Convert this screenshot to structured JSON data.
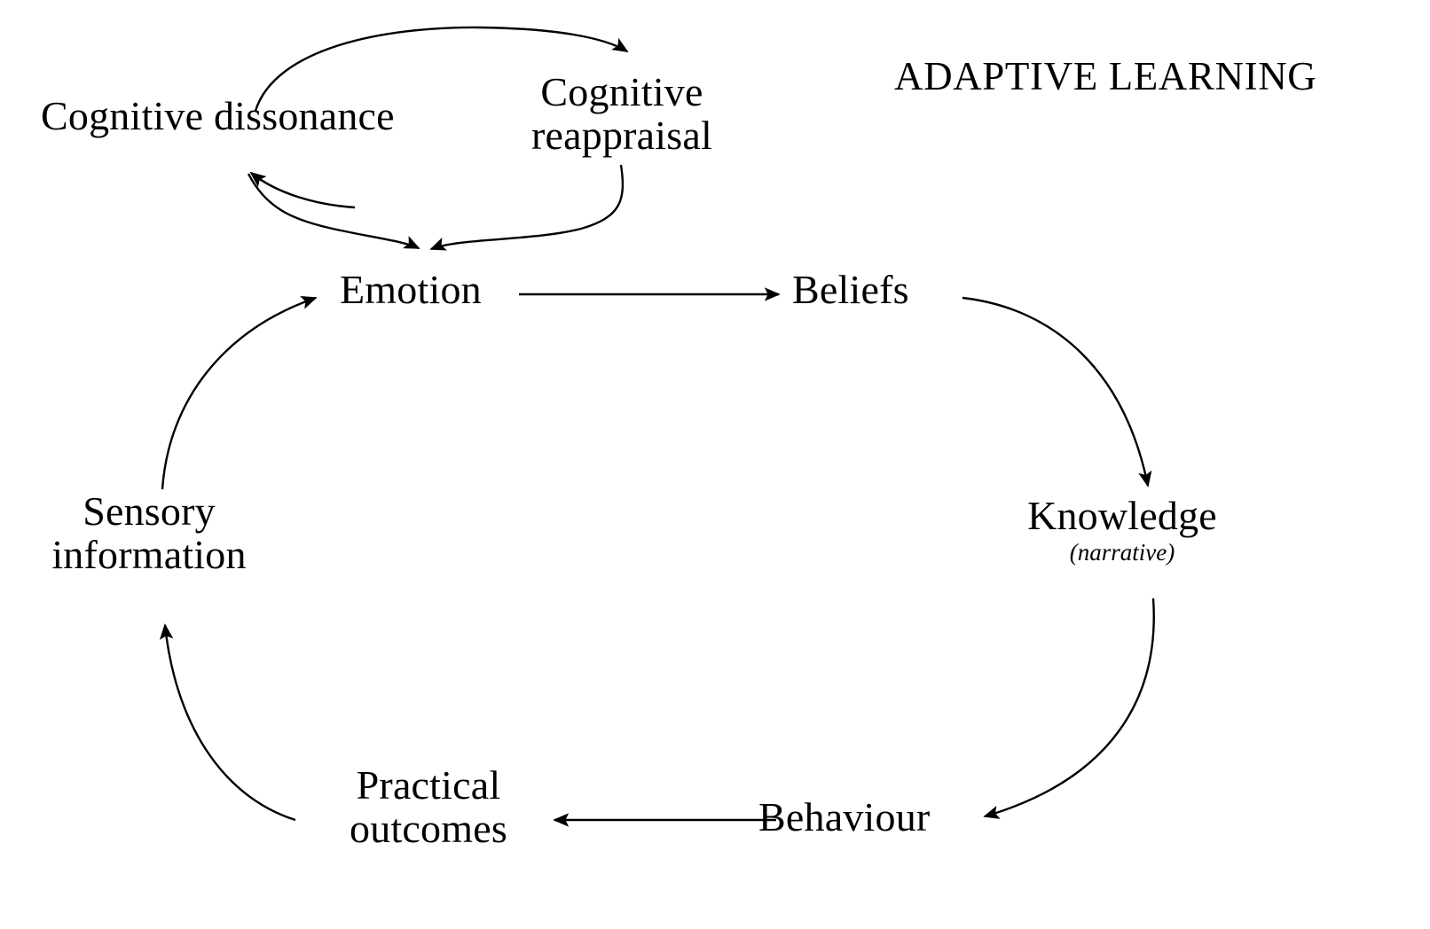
{
  "diagram": {
    "title": "ADAPTIVE LEARNING",
    "type": "cycle-diagram",
    "background_color": "#ffffff",
    "stroke_color": "#000000",
    "text_color": "#000000",
    "nodes": [
      {
        "id": "cognitive_dissonance",
        "label": "Cognitive dissonance",
        "sub": ""
      },
      {
        "id": "cognitive_reappraisal",
        "label_line1": "Cognitive",
        "label_line2": "reappraisal"
      },
      {
        "id": "emotion",
        "label": "Emotion"
      },
      {
        "id": "beliefs",
        "label": "Beliefs"
      },
      {
        "id": "knowledge",
        "label": "Knowledge",
        "sub": "(narrative)"
      },
      {
        "id": "behaviour",
        "label": "Behaviour"
      },
      {
        "id": "practical_outcomes",
        "label_line1": "Practical",
        "label_line2": "outcomes"
      },
      {
        "id": "sensory_information",
        "label_line1": "Sensory",
        "label_line2": "information"
      }
    ],
    "edges": [
      {
        "from": "cognitive_dissonance",
        "to": "cognitive_reappraisal",
        "style": "curved-arrow"
      },
      {
        "from": "cognitive_reappraisal",
        "to": "emotion",
        "style": "curved-arrow"
      },
      {
        "from": "cognitive_dissonance",
        "to": "emotion",
        "style": "curved-arrow"
      },
      {
        "from": "emotion",
        "to": "cognitive_dissonance",
        "style": "curved-arrow"
      },
      {
        "from": "emotion",
        "to": "beliefs",
        "style": "straight-arrow"
      },
      {
        "from": "beliefs",
        "to": "knowledge",
        "style": "curved-arrow"
      },
      {
        "from": "knowledge",
        "to": "behaviour",
        "style": "curved-arrow"
      },
      {
        "from": "behaviour",
        "to": "practical_outcomes",
        "style": "straight-arrow"
      },
      {
        "from": "practical_outcomes",
        "to": "sensory_information",
        "style": "curved-arrow"
      },
      {
        "from": "sensory_information",
        "to": "emotion",
        "style": "curved-arrow"
      }
    ]
  }
}
